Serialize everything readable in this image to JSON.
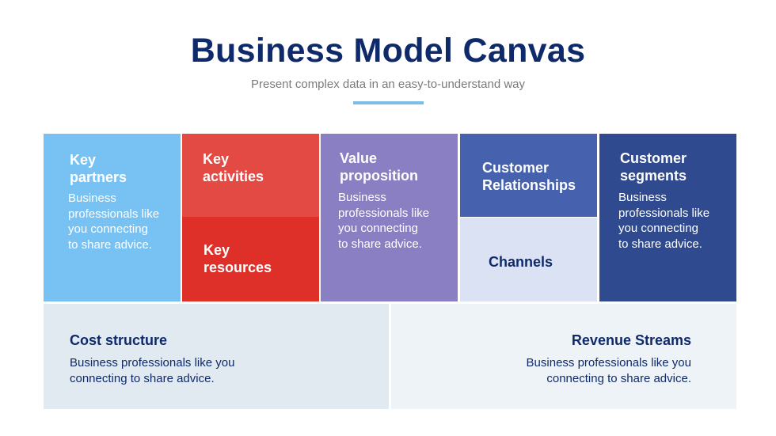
{
  "header": {
    "title": "Business Model Canvas",
    "subtitle": "Present complex data in an easy-to-understand way"
  },
  "colors": {
    "title": "#0f2a6b",
    "accent_line": "#7cbde8",
    "key_partners": "#78c2f3",
    "key_activities": "#e24a43",
    "key_resources": "#de3029",
    "value_proposition": "#8b7fc4",
    "customer_relationships": "#4661ad",
    "channels": "#dbe2f3",
    "customer_segments": "#2f4a8f",
    "cost_structure": "#e1e9f1",
    "revenue_streams": "#eef3f7"
  },
  "canvas": {
    "key_partners": {
      "title_line1": "Key",
      "title_line2": "partners",
      "body_lines": [
        "Business",
        "professionals like",
        "you connecting",
        "to share advice."
      ]
    },
    "key_activities": {
      "title_line1": "Key",
      "title_line2": "activities"
    },
    "key_resources": {
      "title_line1": "Key",
      "title_line2": "resources"
    },
    "value_proposition": {
      "title_line1": "Value",
      "title_line2": "proposition",
      "body_lines": [
        "Business",
        "professionals like",
        "you connecting",
        "to share advice."
      ]
    },
    "customer_relationships": {
      "title_line1": "Customer",
      "title_line2": "Relationships"
    },
    "channels": {
      "title": "Channels"
    },
    "customer_segments": {
      "title_line1": "Customer",
      "title_line2": "segments",
      "body_lines": [
        "Business",
        "professionals like",
        "you connecting",
        "to share advice."
      ]
    },
    "cost_structure": {
      "title": "Cost structure",
      "body_lines": [
        "Business professionals like you",
        "connecting to share advice."
      ]
    },
    "revenue_streams": {
      "title": "Revenue Streams",
      "body_lines": [
        "Business professionals like you",
        "connecting to share advice."
      ]
    }
  }
}
